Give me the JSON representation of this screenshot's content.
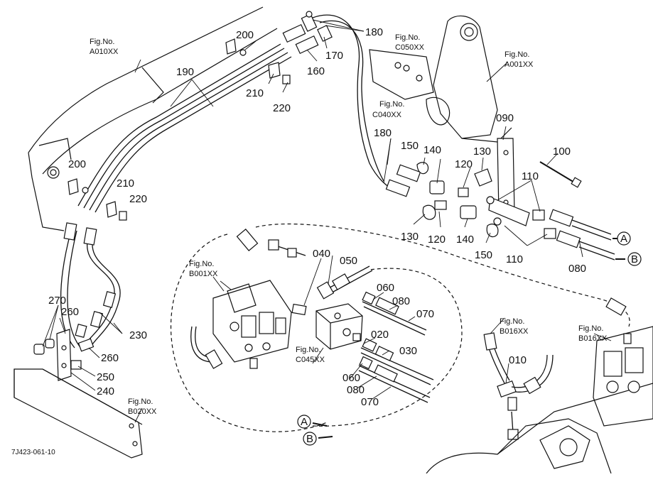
{
  "diagram": {
    "ref_code": "7J423-061-10",
    "part_numbers": {
      "p010": "010",
      "p020": "020",
      "p030": "030",
      "p040": "040",
      "p050": "050",
      "p060a": "060",
      "p060b": "060",
      "p070a": "070",
      "p070b": "070",
      "p080a": "080",
      "p080b": "080",
      "p080c": "080",
      "p090": "090",
      "p100": "100",
      "p110a": "110",
      "p110b": "110",
      "p120a": "120",
      "p120b": "120",
      "p130a": "130",
      "p130b": "130",
      "p140a": "140",
      "p140b": "140",
      "p150a": "150",
      "p150b": "150",
      "p160": "160",
      "p170": "170",
      "p180a": "180",
      "p180b": "180",
      "p190": "190",
      "p200a": "200",
      "p200b": "200",
      "p210a": "210",
      "p210b": "210",
      "p220a": "220",
      "p220b": "220",
      "p230": "230",
      "p240": "240",
      "p250": "250",
      "p260a": "260",
      "p260b": "260",
      "p270": "270"
    },
    "figs": {
      "a010": {
        "title": "Fig.No.",
        "code": "A010XX"
      },
      "c050": {
        "title": "Fig.No.",
        "code": "C050XX"
      },
      "a001": {
        "title": "Fig.No.",
        "code": "A001XX"
      },
      "c040": {
        "title": "Fig.No.",
        "code": "C040XX"
      },
      "b001": {
        "title": "Fig.No.",
        "code": "B001XX"
      },
      "c045": {
        "title": "Fig.No.",
        "code": "C045XX"
      },
      "b016a": {
        "title": "Fig.No.",
        "code": "B016XX"
      },
      "b016b": {
        "title": "Fig.No.",
        "code": "B016XX"
      },
      "b020": {
        "title": "Fig.No.",
        "code": "B020XX"
      }
    },
    "connectors": {
      "a_right": "A",
      "b_right": "B",
      "a_bottom": "A",
      "b_bottom": "B"
    }
  }
}
